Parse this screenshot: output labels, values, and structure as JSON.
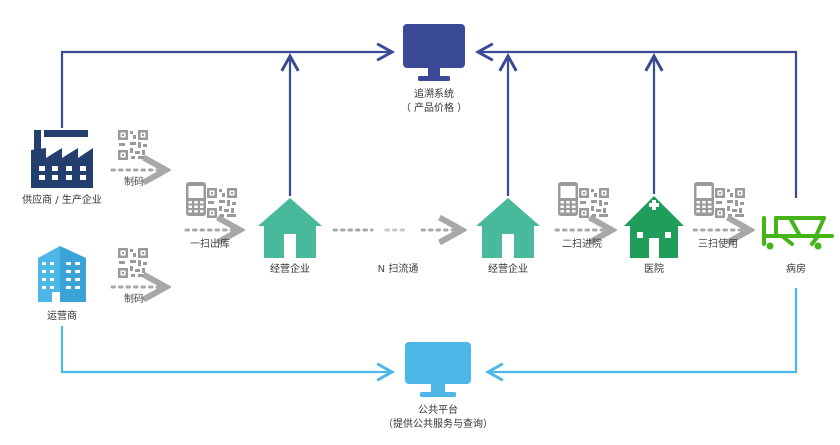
{
  "nodes": {
    "trace_system": {
      "title": "追溯系统",
      "subtitle": "（ 产品价格 ）"
    },
    "public_platform": {
      "title": "公共平台",
      "subtitle": "（提供公共服务与查询）"
    },
    "supplier": {
      "label": "供应商 / 生产企业"
    },
    "operator": {
      "label": "运营商"
    },
    "enterprise_1": {
      "label": "经营企业"
    },
    "enterprise_2": {
      "label": "经营企业"
    },
    "hospital": {
      "label": "医院"
    },
    "ward": {
      "label": "病房"
    }
  },
  "steps": {
    "make_code_top": "制码",
    "make_code_bottom": "制码",
    "scan_out": "一扫出库",
    "scan_flow": "N 扫流通",
    "scan_in": "二扫进院",
    "scan_use": "三扫使用"
  },
  "icons": {
    "monitor_trace": "monitor-icon",
    "monitor_public": "monitor-icon",
    "factory": "factory-icon",
    "building": "building-icon",
    "house": "house-icon",
    "hospital": "hospital-icon",
    "bed": "hospital-bed-icon",
    "phone": "phone-icon",
    "qr": "qr-code-icon"
  },
  "colors": {
    "navy": "#3a4a97",
    "sky": "#4db8e8",
    "teal": "#49b99c",
    "green": "#1e9e5a",
    "lime": "#46b418",
    "factory": "#223f6e",
    "gray": "#a8a8a8"
  }
}
